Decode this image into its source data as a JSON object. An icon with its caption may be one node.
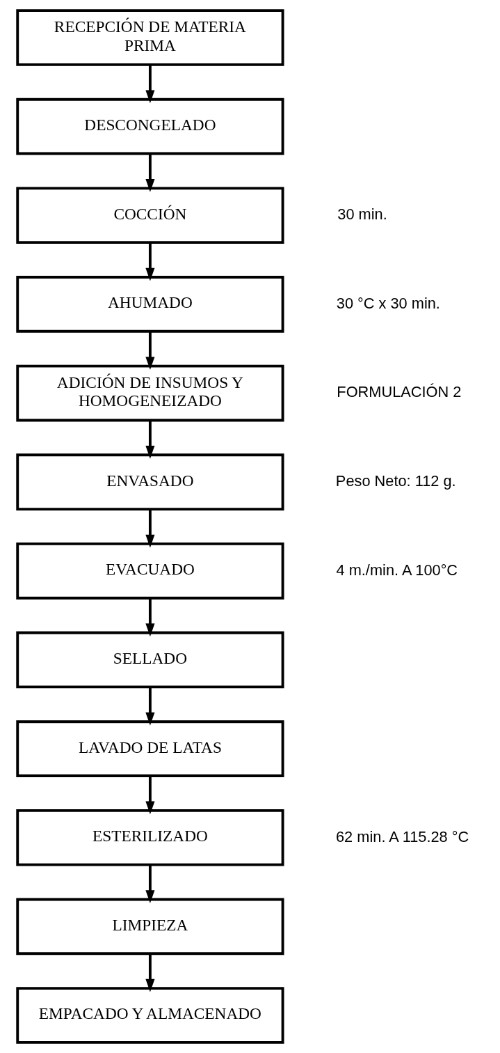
{
  "diagram": {
    "nodes": [
      {
        "text": [
          "RECEPCIÓN DE MATERIA PRIMA"
        ]
      },
      {
        "text": [
          "DESCONGELADO"
        ]
      },
      {
        "text": [
          "COCCIÓN"
        ],
        "beside": [
          "30 min."
        ]
      },
      {
        "text": [
          "AHUMADO"
        ],
        "beside": [
          "30 °C x 30 min."
        ]
      },
      {
        "text": [
          "ADICIÓN DE INSUMOS Y HOMOGENEIZADO"
        ],
        "beside": [
          "FORMULACIÓN 2"
        ]
      },
      {
        "text": [
          "ENVASADO"
        ],
        "beside": [
          "Peso Neto: 112 g."
        ]
      },
      {
        "text": [
          "EVACUADO"
        ],
        "beside": [
          "4 m./min. A 100°C"
        ]
      },
      {
        "text": [
          "SELLADO"
        ]
      },
      {
        "text": [
          "LAVADO DE LATAS"
        ]
      },
      {
        "text": [
          "ESTERILIZADO"
        ],
        "beside": [
          "62 min. A 115.28 °C"
        ]
      },
      {
        "text": [
          "LIMPIEZA"
        ]
      },
      {
        "text": [
          "EMPACADO Y ALMACENADO"
        ]
      }
    ],
    "edges": [
      {
        "from": 0,
        "to": 1,
        "arrow": "to"
      },
      {
        "from": 1,
        "to": 2,
        "arrow": "to"
      },
      {
        "from": 2,
        "to": 3,
        "arrow": "to"
      },
      {
        "from": 3,
        "to": 4,
        "arrow": "to"
      },
      {
        "from": 4,
        "to": 5,
        "arrow": "to"
      },
      {
        "from": 5,
        "to": 6,
        "arrow": "to"
      },
      {
        "from": 6,
        "to": 7,
        "arrow": "to"
      },
      {
        "from": 7,
        "to": 8,
        "arrow": "to"
      },
      {
        "from": 8,
        "to": 9,
        "arrow": "to"
      },
      {
        "from": 9,
        "to": 10,
        "arrow": "to"
      },
      {
        "from": 10,
        "to": 11,
        "arrow": "to"
      }
    ]
  }
}
